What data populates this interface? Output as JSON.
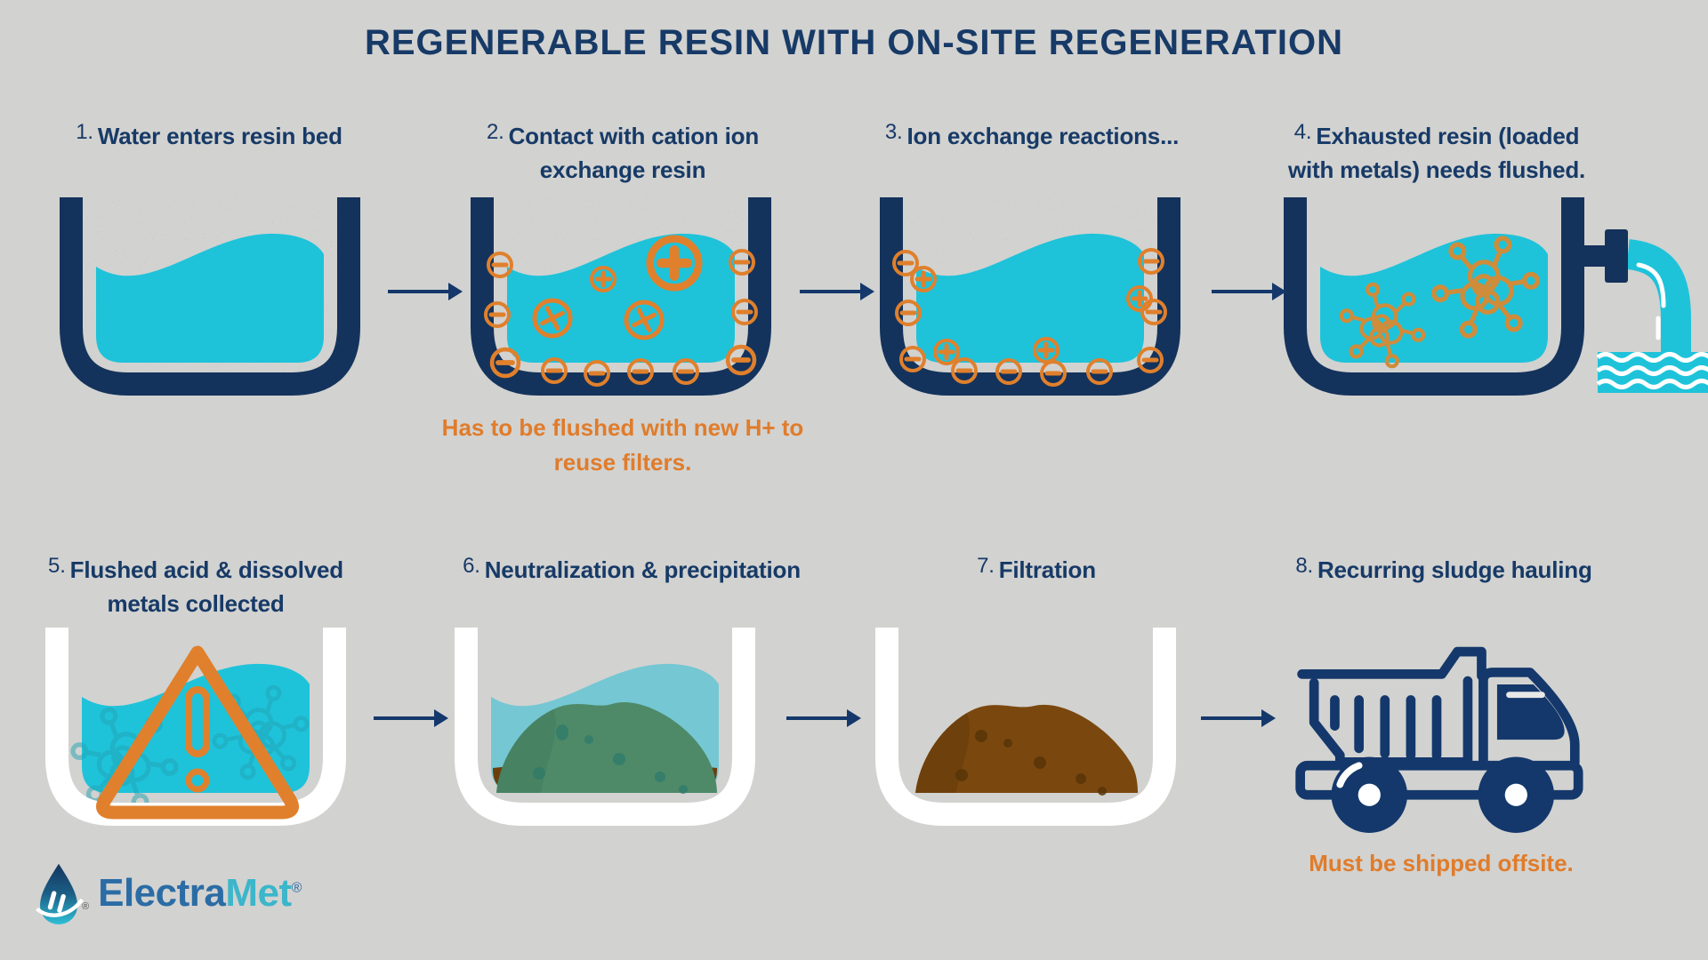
{
  "title": "REGENERABLE RESIN WITH ON-SITE REGENERATION",
  "steps": [
    {
      "num": "1.",
      "label": "Water enters resin bed"
    },
    {
      "num": "2.",
      "label": "Contact with cation ion exchange resin"
    },
    {
      "num": "3.",
      "label": "Ion exchange reactions..."
    },
    {
      "num": "4.",
      "label": "Exhausted resin (loaded with metals) needs flushed."
    },
    {
      "num": "5.",
      "label": "Flushed acid & dissolved metals collected"
    },
    {
      "num": "6.",
      "label": "Neutralization & precipitation"
    },
    {
      "num": "7.",
      "label": "Filtration"
    },
    {
      "num": "8.",
      "label": "Recurring sludge hauling"
    }
  ],
  "notes": {
    "flush_note": "Has to be flushed with new H+ to reuse filters.",
    "ship_note": "Must be shipped offsite."
  },
  "logo": {
    "brand_primary": "Electra",
    "brand_secondary": "Met",
    "registered": "®"
  },
  "colors": {
    "background": "#d2d2d0",
    "navy": "#14386b",
    "tank_navy": "#14335c",
    "cyan_water": "#1ec3da",
    "light_cyan_water": "#74c7d3",
    "orange": "#e07c2b",
    "green_sludge": "#4e8a68",
    "brown_sludge": "#7a480f",
    "white": "#ffffff",
    "logo_blue": "#2b6ca5",
    "logo_teal": "#3bb6ca"
  }
}
